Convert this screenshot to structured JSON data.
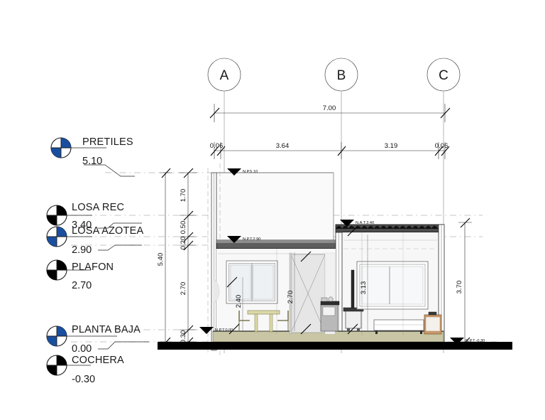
{
  "drawing": {
    "type": "architectural-building-section",
    "background": "#ffffff"
  },
  "level_markers": [
    {
      "id": "pretiles",
      "label": "PRETILES",
      "value": "5.10",
      "symbol": "level-symbol-blue",
      "color": "#1a4fa0"
    },
    {
      "id": "losa-rec",
      "label": "LOSA REC",
      "value": "3.40",
      "symbol": "level-symbol-black",
      "color": "#000000"
    },
    {
      "id": "losa-azotea",
      "label": "LOSA AZOTEA",
      "value": "2.90",
      "symbol": "level-symbol-blue",
      "color": "#1a4fa0"
    },
    {
      "id": "plafon",
      "label": "PLAFON",
      "value": "2.70",
      "symbol": "level-symbol-black",
      "color": "#000000"
    },
    {
      "id": "planta-baja",
      "label": "PLANTA BAJA",
      "value": "0.00",
      "symbol": "level-symbol-blue",
      "color": "#1a4fa0"
    },
    {
      "id": "cochera",
      "label": "COCHERA",
      "value": "-0.30",
      "symbol": "level-symbol-black",
      "color": "#000000"
    }
  ],
  "grid_bubbles": [
    {
      "id": "A",
      "label": "A"
    },
    {
      "id": "B",
      "label": "B"
    },
    {
      "id": "C",
      "label": "C"
    }
  ],
  "dimensions": {
    "overall_horizontal": "7.00",
    "horizontal_chain": [
      "0.06",
      "3.64",
      "3.19",
      "0.06"
    ],
    "overall_vertical": "5.40",
    "vertical_chain": [
      "1.70",
      "0.50",
      "0.20",
      "2.70",
      "0.30"
    ],
    "interior_heights": [
      "2.40",
      "2.70",
      "3.13"
    ],
    "right_overall_vertical": "3.70"
  },
  "level_tags": [
    {
      "id": "np-510",
      "text": "N.P.5.10"
    },
    {
      "id": "npt-290",
      "text": "N.P.T.2.90"
    },
    {
      "id": "nat-340",
      "text": "N.A.T.3.40"
    },
    {
      "id": "npt-000",
      "text": "N.P.T.0.00"
    },
    {
      "id": "npt-030",
      "text": "N.P.T.-0.30"
    }
  ],
  "rooms": [
    {
      "id": "left-room",
      "furniture": [
        "dining-table",
        "chair-left",
        "chair-right",
        "window",
        "door"
      ]
    },
    {
      "id": "mid-zone",
      "furniture": [
        "kitchen-counter",
        "sink",
        "stove"
      ]
    },
    {
      "id": "right-room",
      "furniture": [
        "bed",
        "side-table",
        "window"
      ]
    }
  ],
  "palette": {
    "blue": "#1a4fa0",
    "black": "#000000",
    "floor_fill": "#c8c6a4",
    "wall_fill": "#f4f4f4",
    "slab_dark": "#3a3a3a",
    "wood": "#b98a5e",
    "table_top": "#dcd9a8",
    "glass": "#e9edf0",
    "ground": "#000000"
  }
}
